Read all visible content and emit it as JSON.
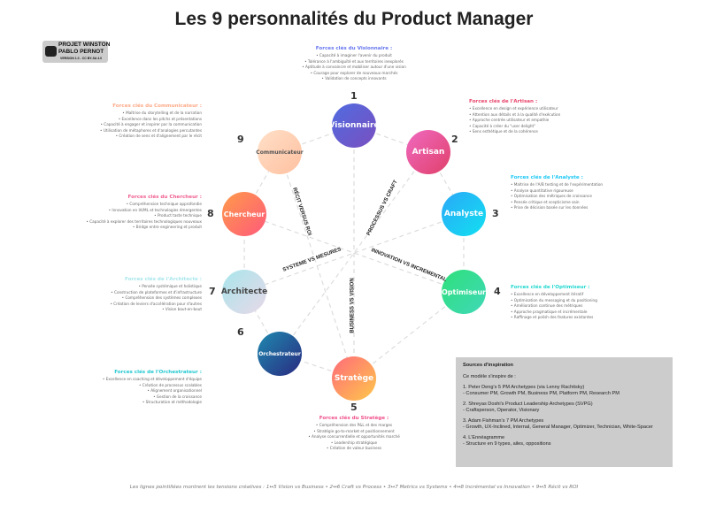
{
  "title": "Les 9 personnalités du Product Manager",
  "logo": {
    "line1": "PROJET WINSTON",
    "line2": "PABLO PERNOT",
    "line3": "VERSION 1.0 - CC BY-SA 4.0"
  },
  "colors": {
    "visionnaire": "#5b5fd6",
    "artisan": "#e45bb0",
    "analyste": "#1ec8f5",
    "optimiseur": "#30d88a",
    "stratege": "#ff7a6a",
    "orchestrateur": "#2b5b9a",
    "architecte": "#b7e2e6",
    "chercheur": "#ff7a5a",
    "communicateur": "#ffd4b8"
  },
  "nodes": [
    {
      "num": "1",
      "name": "Visionnaire",
      "heading": "Forces clés du Visionnaire :",
      "color": "#6677ee",
      "items": [
        "• Capacité à imaginer l'avenir du produit",
        "• Tolérance à l'ambiguïté et aux territoires inexplorés",
        "• Aptitude à convaincre et mobiliser autour d'une vision",
        "• Courage pour explorer de nouveaux marchés",
        "• Validation de concepts innovants"
      ]
    },
    {
      "num": "2",
      "name": "Artisan",
      "heading": "Forces clés de l'Artisan :",
      "color": "#e8446a",
      "items": [
        "• Excellence en design et expérience utilisateur",
        "• Attention aux détails et à la qualité d'exécution",
        "• Approche centrée utilisateur et empathie",
        "• Capacité à créer du \"user delight\"",
        "• Sens esthétique et de la cohérence"
      ]
    },
    {
      "num": "3",
      "name": "Analyste",
      "heading": "Forces clés de l'Analyste :",
      "color": "#1ec8f5",
      "items": [
        "• Maîtrise de l'A/B testing et de l'expérimentation",
        "• Analyse quantitative rigoureuse",
        "• Optimisation des métriques de croissance",
        "• Pensée critique et scepticisme sain",
        "• Prise de décision basée sur les données"
      ]
    },
    {
      "num": "4",
      "name": "Optimiseur",
      "heading": "Forces clés de l'Optimiseur :",
      "color": "#22d8d0",
      "items": [
        "• Excellence en développement itératif",
        "• Optimisation du messaging et du positioning",
        "• Amélioration continue des métriques",
        "• Approche pragmatique et incrémentale",
        "• Raffinage et polish des features existantes"
      ]
    },
    {
      "num": "5",
      "name": "Stratège",
      "heading": "Forces clés du Stratège :",
      "color": "#f0508a",
      "items": [
        "• Compréhension des P&L et des marges",
        "• Stratégie go-to-market et positionnement",
        "• Analyse concurrentielle et opportunités marché",
        "• Leadership stratégique",
        "• Création de valeur business"
      ]
    },
    {
      "num": "6",
      "name": "Orchestrateur",
      "heading": "Forces clés de l'Orchestrateur :",
      "color": "#22c8d0",
      "items": [
        "• Excellence en coaching et développement d'équipe",
        "• Création de processus scalables",
        "• Alignement organisationnel",
        "• Gestion de la croissance",
        "• Structuration et méthodologie"
      ]
    },
    {
      "num": "7",
      "name": "Architecte",
      "heading": "Forces clés de l'Architecte :",
      "color": "#a8e6ec",
      "items": [
        "• Pensée systémique et holistique",
        "• Construction de plateformes et d'infrastructure",
        "• Compréhension des systèmes complexes",
        "• Création de leviers d'accélération pour d'autres",
        "• Vision bout-en-bout"
      ]
    },
    {
      "num": "8",
      "name": "Chercheur",
      "heading": "Forces clés du Chercheur :",
      "color": "#f06090",
      "items": [
        "• Compréhension technique approfondie",
        "• Innovation en IA/ML et technologies émergentes",
        "• Product taste technique",
        "• Capacité à explorer des territoires technologiques nouveaux",
        "• Bridge entre engineering et produit"
      ]
    },
    {
      "num": "9",
      "name": "Communicateur",
      "heading": "Forces clés du Communicateur :",
      "color": "#ffaa88",
      "items": [
        "• Maîtrise du storytelling et de la narration",
        "• Excellence dans les pitchs et présentations",
        "• Capacité à engager et inspirer par la communication",
        "• Utilisation de métaphores et d'analogies percutantes",
        "• Création de sens et d'alignement par le récit"
      ]
    }
  ],
  "tensions": [
    "RÉCIT VERSUS ROI",
    "PROCESSUS VS CRAFT",
    "SYSTEME VS MESURES",
    "INNOVATION VS INCREMENTAL",
    "BUSINESS VS VISION"
  ],
  "sources": {
    "heading": "Sources d'inspiration",
    "intro": "Ce modèle s'inspire de :",
    "items": [
      {
        "title": "1. Peter Deng's 5 PM Archetypes (via Lenny Rachitsky)",
        "detail": "- Consumer PM, Growth PM, Business PM, Platform PM, Research PM"
      },
      {
        "title": "2. Shreyas Doshi's Product Leadership Archetypes (SVPG)",
        "detail": "- Craftsperson, Operator, Visionary"
      },
      {
        "title": "3. Adam Fishman's 7 PM Archetypes",
        "detail": "- Growth, UX-Inclined, Internal, General Manager, Optimizer, Technician, White-Spacer"
      },
      {
        "title": "4. L'Ennéagramme",
        "detail": "- Structure en 9 types, ailes, oppositions"
      }
    ]
  },
  "footer": "Les lignes pointillées montrent les tensions créatives : 1↔5 Vision vs Business • 2↔6 Craft vs Process • 3↔7 Metrics vs Systems • 4↔8 Incrémental vs Innovation • 9↔5 Récit vs ROI"
}
